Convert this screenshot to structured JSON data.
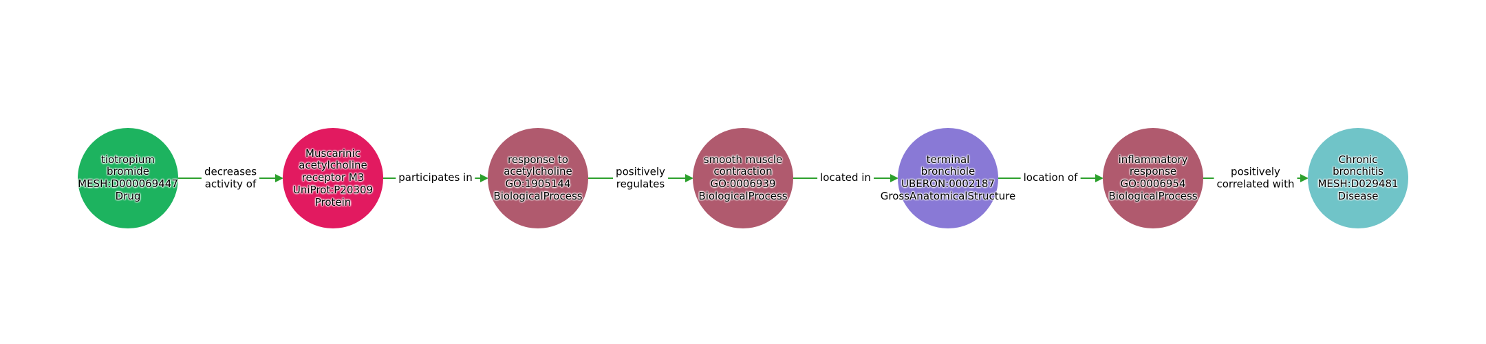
{
  "diagram": {
    "background": "#ffffff",
    "edge_color": "#2ca02c",
    "nodes": [
      {
        "label": "tiotropium\nbromide\nMESH:D000069447\nDrug",
        "type": "Drug",
        "color": "#1db35f"
      },
      {
        "label": "Muscarinic\nacetylcholine\nreceptor M3\nUniProt:P20309\nProtein",
        "type": "Protein",
        "color": "#e21a60"
      },
      {
        "label": "response to\nacetylcholine\nGO:1905144\nBiologicalProcess",
        "type": "BiologicalProcess",
        "color": "#b05a6e"
      },
      {
        "label": "smooth muscle\ncontraction\nGO:0006939\nBiologicalProcess",
        "type": "BiologicalProcess",
        "color": "#b05a6e"
      },
      {
        "label": "terminal\nbronchiole\nUBERON:0002187\nGrossAnatomicalStructure",
        "type": "GrossAnatomicalStructure",
        "color": "#8979d6"
      },
      {
        "label": "inflammatory\nresponse\nGO:0006954\nBiologicalProcess",
        "type": "BiologicalProcess",
        "color": "#b05a6e"
      },
      {
        "label": "Chronic\nbronchitis\nMESH:D029481\nDisease",
        "type": "Disease",
        "color": "#70c4c8"
      }
    ],
    "edges": [
      {
        "label": "decreases\nactivity of"
      },
      {
        "label": "participates in"
      },
      {
        "label": "positively\nregulates"
      },
      {
        "label": "located in"
      },
      {
        "label": "location of"
      },
      {
        "label": "positively\ncorrelated with"
      }
    ]
  }
}
